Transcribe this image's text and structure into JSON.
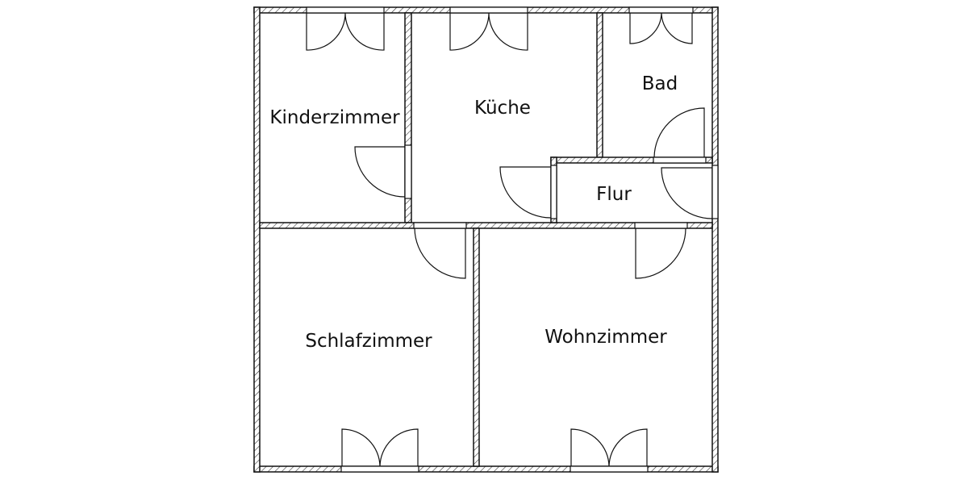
{
  "rooms": {
    "kinderzimmer": "Kinderzimmer",
    "kueche": "Küche",
    "bad": "Bad",
    "flur": "Flur",
    "schlafzimmer": "Schlafzimmer",
    "wohnzimmer": "Wohnzimmer"
  },
  "colors": {
    "line": "#111111",
    "background": "#ffffff"
  }
}
